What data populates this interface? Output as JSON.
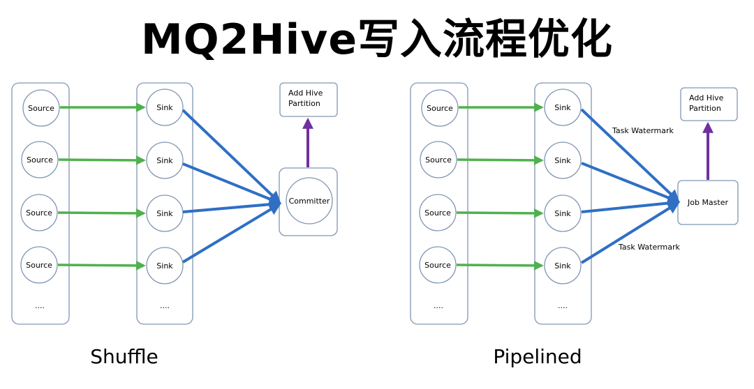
{
  "title": "MQ2Hive写入流程优化",
  "left": {
    "caption": "Shuffle",
    "sources": [
      "Source",
      "Source",
      "Source",
      "Source"
    ],
    "sinks": [
      "Sink",
      "Sink",
      "Sink",
      "Sink"
    ],
    "ellipsis": "....",
    "committer": "Committer",
    "add_hive_line1": "Add Hive",
    "add_hive_line2": "Partition"
  },
  "right": {
    "caption": "Pipelined",
    "sources": [
      "Source",
      "Source",
      "Source",
      "Source"
    ],
    "sinks": [
      "Sink",
      "Sink",
      "Sink",
      "Sink"
    ],
    "ellipsis": "....",
    "job_master": "Job Master",
    "add_hive_line1": "Add Hive",
    "add_hive_line2": "Partition",
    "watermark_top": "Task Watermark",
    "watermark_bottom": "Task Watermark"
  },
  "colors": {
    "green_arrow": "#4fb14f",
    "blue_arrow": "#2f6fc4",
    "purple_arrow": "#7030a0",
    "box_border": "#8096b3"
  }
}
